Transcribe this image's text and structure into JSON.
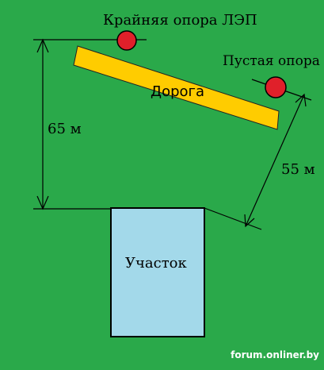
{
  "labels": {
    "end_pole": "Крайняя опора ЛЭП",
    "empty_pole": "Пустая опора",
    "road": "Дорога",
    "plot": "Участок",
    "distance_vertical": "65 м",
    "distance_diagonal": "55 м"
  },
  "watermark": "forum.onliner.by",
  "colors": {
    "grass": "#2aa94a",
    "road": "#ffcc00",
    "pole": "#e0202a",
    "plot": "#a3d9ea",
    "dimension_line": "#000000"
  }
}
